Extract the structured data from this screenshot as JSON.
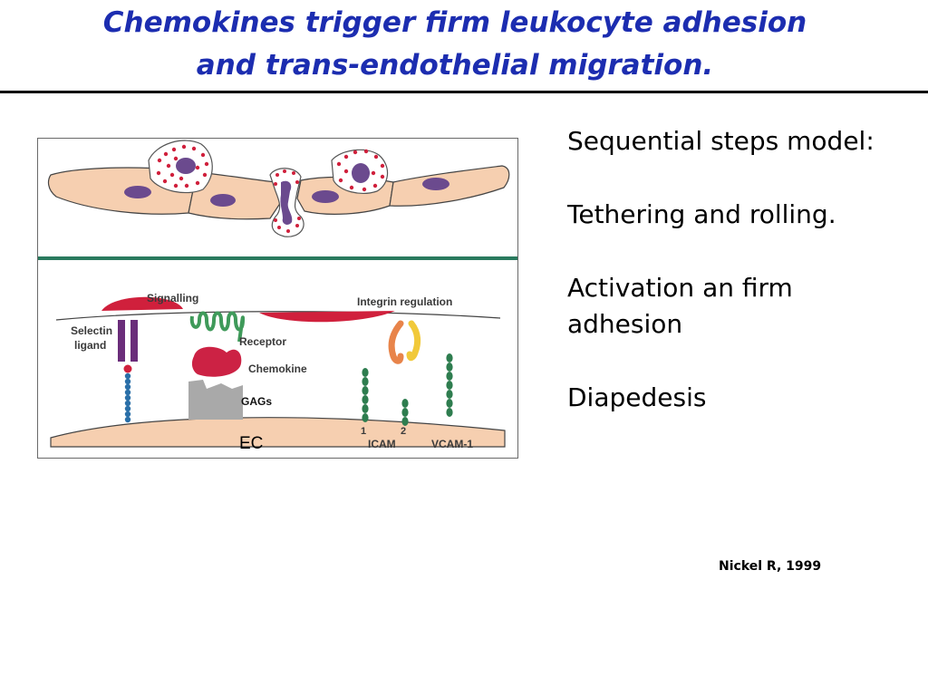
{
  "title": {
    "line1": "Chemokines trigger firm leukocyte adhesion",
    "line2": "and trans-endothelial migration."
  },
  "figure": {
    "labels": {
      "signalling": "Signalling",
      "integrin_regulation": "Integrin regulation",
      "selectin": "Selectin",
      "ligand": "ligand",
      "receptor": "Receptor",
      "chemokine": "Chemokine",
      "gags": "GAGs",
      "ec": "EC",
      "icam_1": "1",
      "icam_2": "2",
      "icam": "ICAM",
      "vcam": "VCAM-1"
    },
    "colors": {
      "cell_fill": "#f6cfb0",
      "nucleus": "#6b4a8e",
      "granule": "#d0203c",
      "membrane_line": "#2a7a5e",
      "receptor": "#3f9a5a",
      "chemokine": "#cc2244",
      "gags": "#a9a9a9",
      "selectin": "#6a2d7a",
      "integrin_orange": "#e8844a",
      "integrin_yellow": "#f1c93a",
      "adhesion_molecule": "#2e7d4f"
    }
  },
  "steps": [
    "Sequential steps model:",
    "Tethering and rolling.",
    "Activation an firm adhesion",
    "Diapedesis"
  ],
  "citation": "Nickel R, 1999"
}
